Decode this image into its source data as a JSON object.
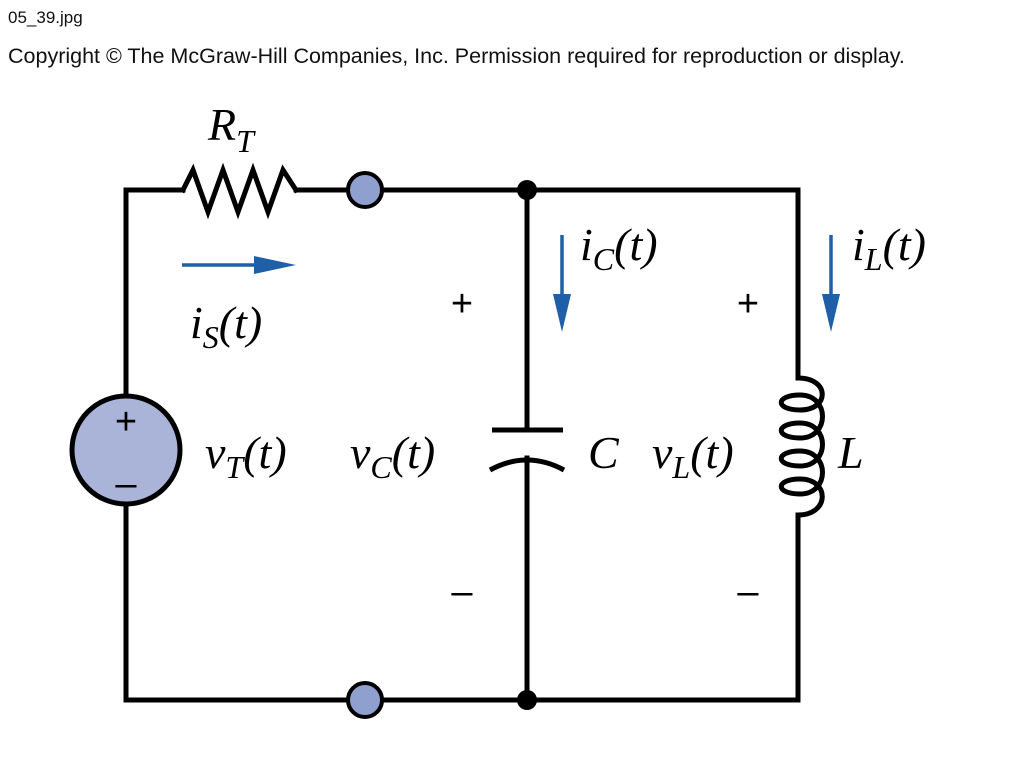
{
  "header": {
    "filename": "05_39.jpg",
    "copyright": "Copyright © The McGraw-Hill Companies, Inc. Permission required for reproduction or display."
  },
  "labels": {
    "rt_main": "R",
    "rt_sub": "T",
    "is_main": "i",
    "is_sub": "S",
    "is_arg": "(t)",
    "ic_main": "i",
    "ic_sub": "C",
    "ic_arg": "(t)",
    "il_main": "i",
    "il_sub": "L",
    "il_arg": "(t)",
    "vt_main": "v",
    "vt_sub": "T",
    "vt_arg": "(t)",
    "vc_main": "v",
    "vc_sub": "C",
    "vc_arg": "(t)",
    "vl_main": "v",
    "vl_sub": "L",
    "vl_arg": "(t)",
    "c_label": "C",
    "l_label": "L",
    "plus": "+",
    "minus": "–"
  },
  "colors": {
    "arrow": "#1f5fa8",
    "terminal": "#8f9fce",
    "source_fill": "#a9b4d8"
  }
}
